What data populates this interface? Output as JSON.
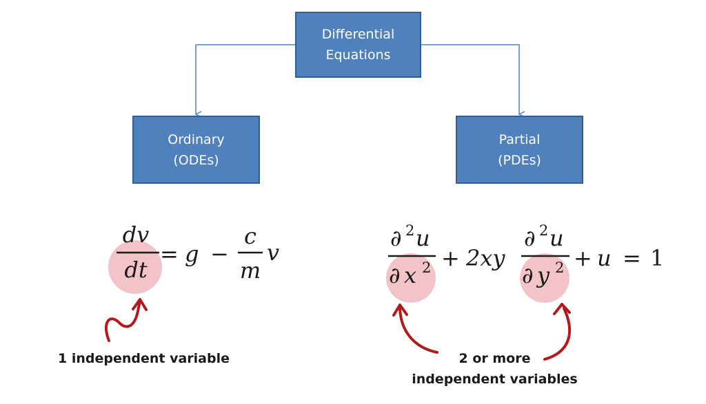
{
  "boxes": {
    "top": {
      "line1": "Differential",
      "line2": "Equations"
    },
    "left": {
      "line1": "Ordinary",
      "line2": "(ODEs)"
    },
    "right": {
      "line1": "Partial",
      "line2": "(PDEs)"
    }
  },
  "ode_equation": {
    "frac1_num": "dv",
    "frac1_den": "dt",
    "equals": "=",
    "g": "g",
    "minus": "−",
    "frac2_num": "c",
    "frac2_den": "m",
    "v": "v"
  },
  "pde_equation": {
    "partial": "∂",
    "sup2": "2",
    "u": "u",
    "x": "x",
    "y": "y",
    "plus": "+",
    "coef": "2xy",
    "equals": "=",
    "one": "1"
  },
  "captions": {
    "ode": "1 independent variable",
    "pde_line1": "2 or more",
    "pde_line2": "independent variables"
  },
  "colors": {
    "box_fill": "#4f81bd",
    "box_border": "#385d8a",
    "connector": "#4f81bd",
    "highlight": "#f2c4c8",
    "arrow": "#b31b1b"
  }
}
